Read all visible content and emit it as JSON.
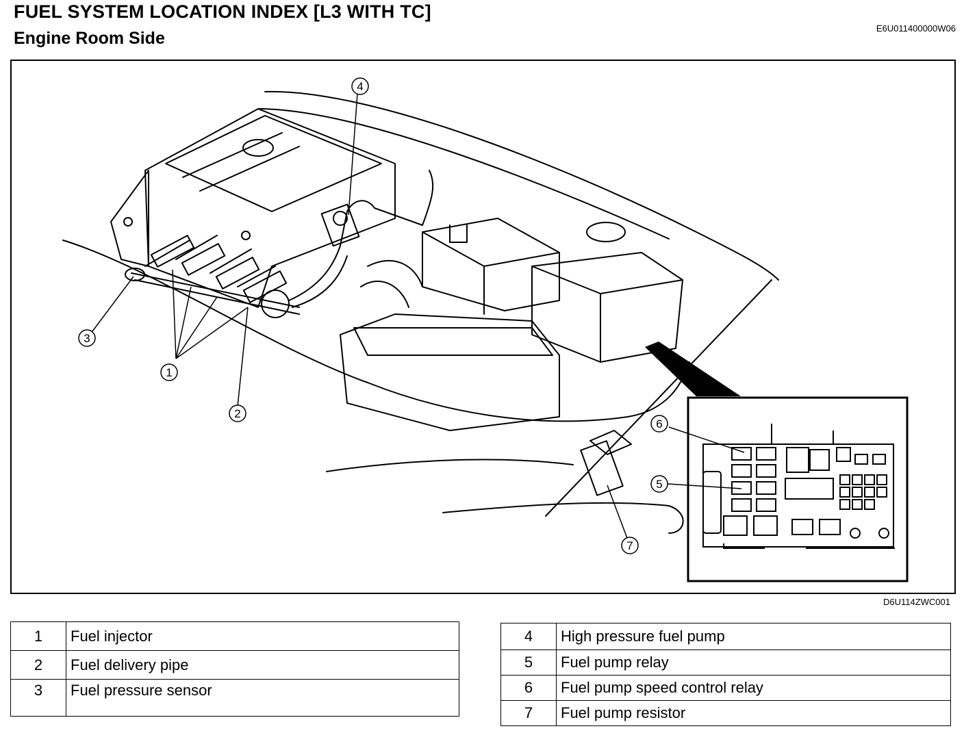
{
  "header": {
    "title": "FUEL SYSTEM LOCATION INDEX [L3 WITH TC]",
    "subtitle": "Engine Room Side",
    "doc_code": "E6U011400000W06"
  },
  "figure": {
    "code": "D6U114ZWC001",
    "callouts": [
      "1",
      "2",
      "3",
      "4",
      "5",
      "6",
      "7"
    ]
  },
  "legend": {
    "left": [
      {
        "num": "1",
        "label": "Fuel injector"
      },
      {
        "num": "2",
        "label": "Fuel delivery pipe"
      },
      {
        "num": "3",
        "label": "Fuel pressure sensor"
      }
    ],
    "right": [
      {
        "num": "4",
        "label": "High pressure fuel pump"
      },
      {
        "num": "5",
        "label": "Fuel pump relay"
      },
      {
        "num": "6",
        "label": "Fuel pump speed control relay"
      },
      {
        "num": "7",
        "label": "Fuel pump resistor"
      }
    ]
  }
}
